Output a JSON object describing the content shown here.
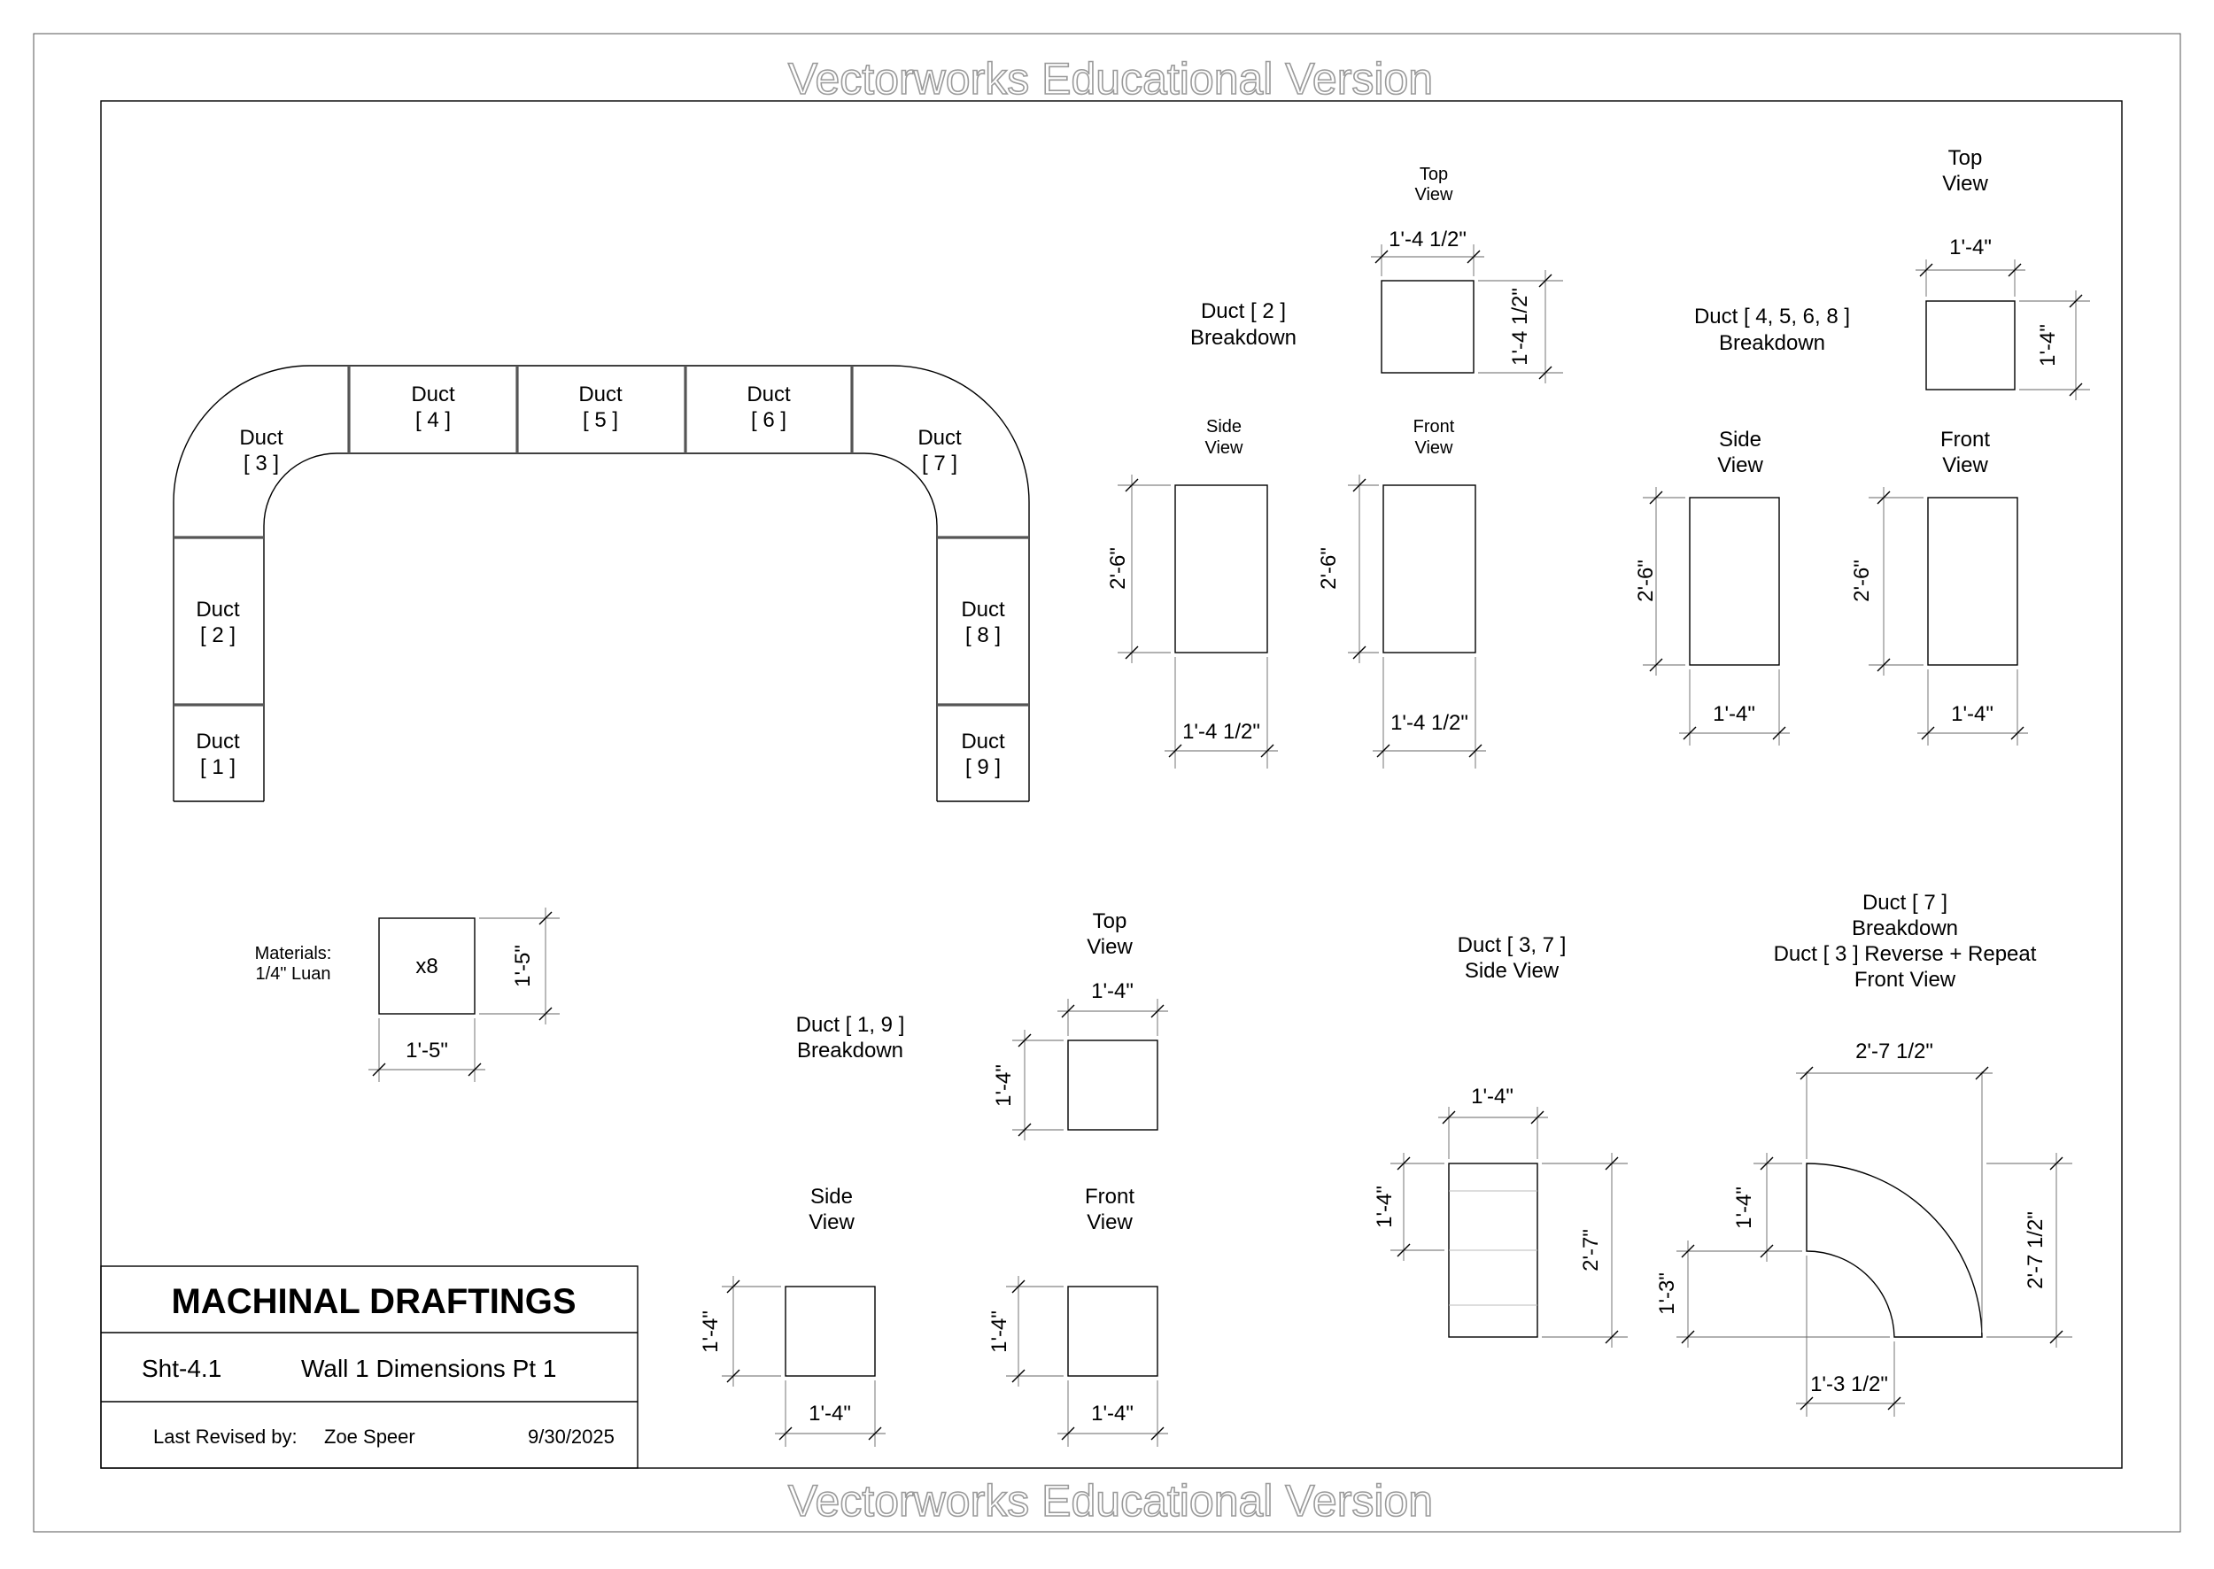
{
  "watermark": "Vectorworks Educational Version",
  "title_block": {
    "title": "MACHINAL DRAFTINGS",
    "sheet_number": "Sht-4.1",
    "sheet_title": "Wall 1 Dimensions Pt 1",
    "revised_label": "Last Revised by:",
    "revised_by": "Zoe Speer",
    "revised_date": "9/30/2025"
  },
  "layout_labels": {
    "duct": "Duct",
    "n1": "[ 1 ]",
    "n2": "[ 2 ]",
    "n3": "[ 3 ]",
    "n4": "[ 4 ]",
    "n5": "[ 5 ]",
    "n6": "[ 6 ]",
    "n7": "[ 7 ]",
    "n8": "[ 8 ]",
    "n9": "[ 9 ]"
  },
  "view_labels": {
    "top": "Top",
    "side": "Side",
    "front": "Front",
    "view": "View",
    "breakdown": "Breakdown"
  },
  "duct2": {
    "heading": "Duct [ 2 ]",
    "top_width": "1'-4 1/2\"",
    "top_depth": "1'-4 1/2\"",
    "side_height": "2'-6\"",
    "side_width": "1'-4 1/2\"",
    "front_height": "2'-6\"",
    "front_width": "1'-4 1/2\""
  },
  "duct4568": {
    "heading": "Duct [ 4, 5, 6, 8 ]",
    "top_width": "1'-4\"",
    "top_depth": "1'-4\"",
    "side_height": "2'-6\"",
    "side_width": "1'-4\"",
    "front_height": "2'-6\"",
    "front_width": "1'-4\""
  },
  "materials": {
    "label_1": "Materials:",
    "label_2": "1/4\" Luan",
    "qty": "x8",
    "height": "1'-5\"",
    "width": "1'-5\""
  },
  "duct19": {
    "heading": "Duct [ 1, 9 ]",
    "top_width": "1'-4\"",
    "top_depth": "1'-4\"",
    "side_height": "1'-4\"",
    "side_width": "1'-4\"",
    "front_height": "1'-4\"",
    "front_width": "1'-4\""
  },
  "duct37": {
    "heading": "Duct [ 3, 7 ]",
    "subheading": "Side View",
    "width": "1'-4\"",
    "left_height": "1'-4\"",
    "right_height": "2'-7\""
  },
  "duct7": {
    "heading": "Duct [ 7 ]",
    "breakdown": "Breakdown",
    "note": "Duct [ 3 ] Reverse + Repeat",
    "subheading": "Front View",
    "top_width": "2'-7 1/2\"",
    "arm_height": "1'-4\"",
    "leg_height": "1'-3\"",
    "right_height": "2'-7 1/2\"",
    "bottom_width": "1'-3 1/2\""
  }
}
